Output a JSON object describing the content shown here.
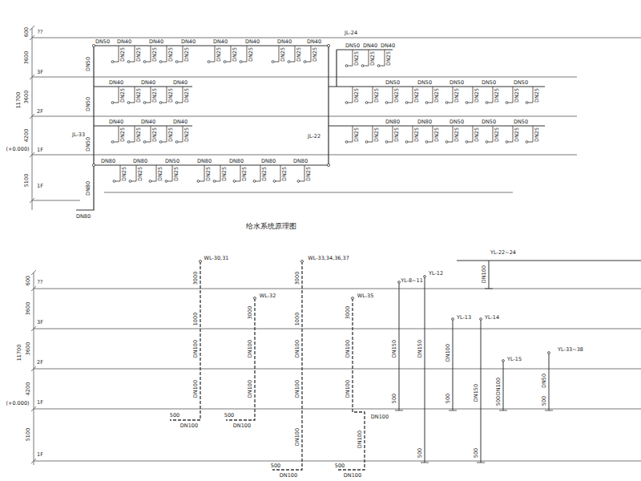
{
  "diagram": {
    "caption": "给水系统原理图",
    "labels": [
      "??",
      "3F",
      "2F",
      "1F",
      "1F",
      "600",
      "3600",
      "3600",
      "4200",
      "5100",
      "11700",
      "(+0.000)",
      "JL-33",
      "JL-22",
      "JL-24",
      "DN50",
      "DN50",
      "DN50",
      "DN80",
      "DN80",
      "DN50",
      "DN40",
      "DN40",
      "DN40",
      "DN40",
      "DN40",
      "DN40",
      "DN40",
      "DN50",
      "DN40",
      "DN40",
      "DN40",
      "DN40",
      "DN40",
      "DN50",
      "DN50",
      "DN50",
      "DN50",
      "DN50",
      "DN40",
      "DN40",
      "DN40",
      "DN80",
      "DN80",
      "DN50",
      "DN50",
      "DN50",
      "DN80",
      "DN80",
      "DN50",
      "DN80",
      "DN80",
      "DN80",
      "DN80",
      "DN25",
      "DN25",
      "DN25",
      "DN25",
      "DN25",
      "DN25",
      "DN25",
      "DN25",
      "DN25",
      "DN25",
      "DN25",
      "DN25",
      "DN25",
      "DN25",
      "DN25",
      "DN25",
      "DN25",
      "DN25",
      "DN25",
      "DN25",
      "DN25",
      "DN25",
      "DN25",
      "DN25",
      "DN25",
      "DN25",
      "DN25",
      "DN25",
      "DN25",
      "DN25",
      "DN25",
      "DN25",
      "DN25",
      "DN25",
      "DN25",
      "DN25",
      "DN25",
      "DN25",
      "DN25",
      "DN25",
      "DN25",
      "DN25",
      "DN25",
      "DN25",
      "DN25",
      "DN25",
      "DN25",
      "DN25",
      "DN25",
      "DN25",
      "DN25",
      "DN25",
      "DN25",
      "DN25",
      "??",
      "3F",
      "2F",
      "1F",
      "1F",
      "600",
      "3600",
      "3600",
      "4200",
      "5100",
      "11700",
      "(+0.000)",
      "WL-30,31",
      "3000",
      "1000",
      "DN100",
      "DN100",
      "500",
      "DN100",
      "WL-32",
      "3000",
      "DN100",
      "DN100",
      "500",
      "DN100",
      "WL-33,34,36,37",
      "3000",
      "1000",
      "DN100",
      "DN100",
      "DN100",
      "500",
      "DN100",
      "WL-35",
      "3000",
      "DN100",
      "DN100",
      "DN100",
      "DN100",
      "500",
      "DN100",
      "YL-8~11",
      "DN150",
      "500",
      "YL-12",
      "DN150",
      "500",
      "YL-13",
      "DN100",
      "500",
      "YL-14",
      "DN150",
      "500",
      "YL-15",
      "DN100",
      "500",
      "YL-22~24",
      "DN100",
      "YL-33~38",
      "DN50",
      "500"
    ]
  }
}
